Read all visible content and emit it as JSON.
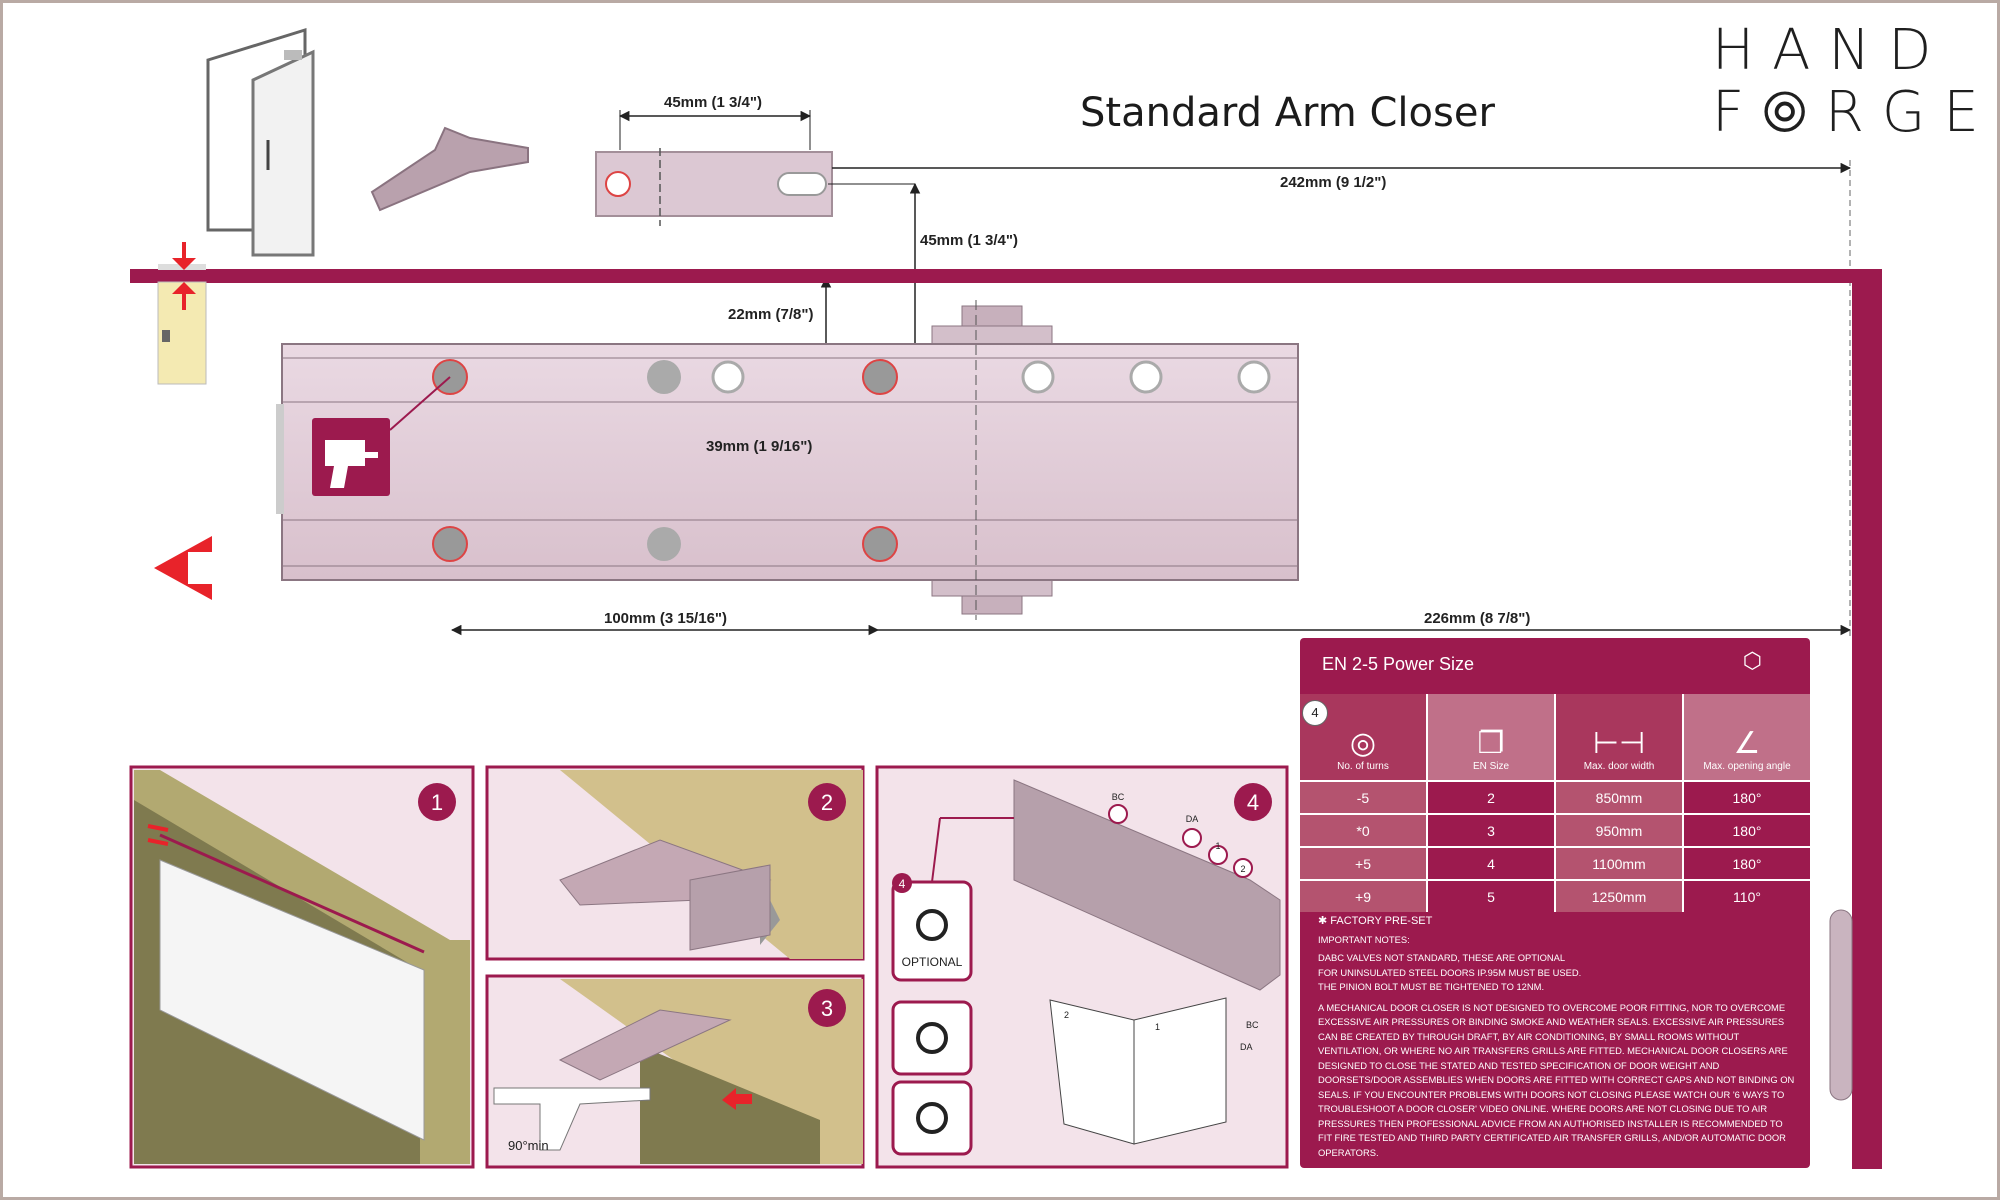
{
  "brand": {
    "line1": "HAND",
    "line2": "F⦾RGED"
  },
  "title": "Standard Arm Closer",
  "dimensions": {
    "bracket_width": "45mm (1 3/4\")",
    "top_span": "242mm (9 1/2\")",
    "bracket_height": "45mm (1 3/4\")",
    "top_offset": "22mm (7/8\")",
    "body_height": "39mm (1 9/16\")",
    "hole_spacing": "100mm (3 15/16\")",
    "body_span": "226mm (8 7/8\")"
  },
  "steps": [
    "1",
    "2",
    "3",
    "4"
  ],
  "step4": {
    "optional_label": "OPTIONAL",
    "badge": "4",
    "valve_labels": {
      "bc": "BC",
      "da": "DA",
      "one": "1",
      "two": "2"
    },
    "door_labels": {
      "bc": "BC",
      "da": "DA",
      "one": "1",
      "two": "2"
    }
  },
  "step3": {
    "angle_label": "90°min"
  },
  "spec": {
    "header": "EN 2-5 Power Size",
    "badge": "4",
    "columns": [
      "No. of turns",
      "EN Size",
      "Max. door width",
      "Max. opening angle"
    ],
    "rows": [
      [
        "-5",
        "2",
        "850mm",
        "180°"
      ],
      [
        "*0",
        "3",
        "950mm",
        "180°"
      ],
      [
        "+5",
        "4",
        "1100mm",
        "180°"
      ],
      [
        "+9",
        "5",
        "1250mm",
        "110°"
      ]
    ],
    "factory_note": "✱ FACTORY PRE-SET",
    "important_title": "IMPORTANT NOTES:",
    "important_lines": [
      "DABC VALVES NOT STANDARD, THESE ARE OPTIONAL",
      "FOR UNINSULATED STEEL DOORS IP.95M MUST BE USED.",
      "THE PINION BOLT MUST BE TIGHTENED TO 12NM."
    ],
    "paragraph": "A MECHANICAL DOOR CLOSER IS NOT DESIGNED TO OVERCOME POOR FITTING, NOR TO OVERCOME EXCESSIVE AIR PRESSURES OR BINDING SMOKE AND WEATHER SEALS. EXCESSIVE AIR PRESSURES CAN BE CREATED BY THROUGH DRAFT, BY AIR CONDITIONING, BY SMALL ROOMS WITHOUT VENTILATION, OR WHERE NO AIR TRANSFERS GRILLS ARE FITTED. MECHANICAL DOOR CLOSERS ARE DESIGNED TO CLOSE THE STATED AND TESTED SPECIFICATION OF DOOR WEIGHT AND DOORSETS/DOOR ASSEMBLIES WHEN DOORS ARE FITTED WITH CORRECT GAPS AND NOT BINDING ON SEALS. IF YOU ENCOUNTER PROBLEMS WITH DOORS NOT CLOSING PLEASE WATCH OUR '6 WAYS TO TROUBLESHOOT A DOOR CLOSER' VIDEO ONLINE. WHERE DOORS ARE NOT CLOSING DUE TO AIR PRESSURES THEN PROFESSIONAL ADVICE FROM AN AUTHORISED INSTALLER IS RECOMMENDED TO FIT FIRE TESTED AND THIRD PARTY CERTIFICATED AIR TRANSFER GRILLS, AND/OR AUTOMATIC DOOR OPERATORS."
  },
  "colors": {
    "accent": "#9c1a4e",
    "body": "#e7d8e0",
    "arrow": "#e8232a"
  }
}
